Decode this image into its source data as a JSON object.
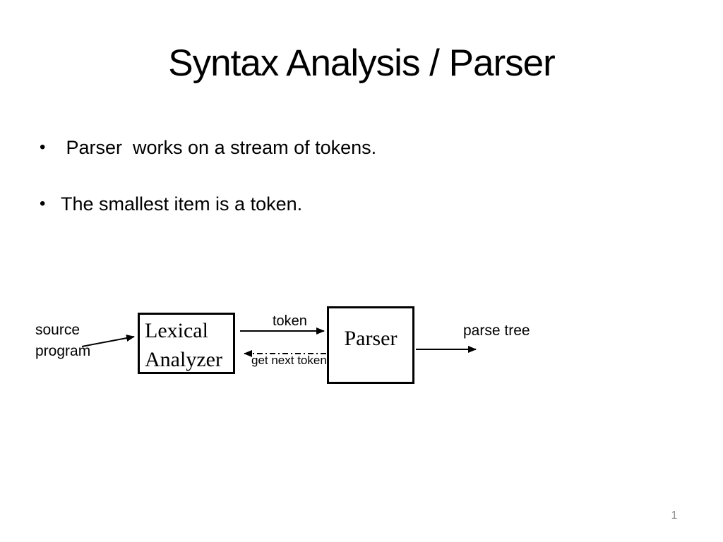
{
  "slide": {
    "title": "Syntax Analysis / Parser",
    "bullet_char": "•",
    "bullets": [
      {
        "text": " Parser  works on a stream of tokens."
      },
      {
        "text": "The smallest item is a token."
      }
    ],
    "page_number": "1"
  },
  "diagram": {
    "source_program_label": "source program",
    "lexical_analyzer_box": "Lexical Analyzer",
    "parser_box": "Parser",
    "token_label": "token",
    "get_next_token_label": "get next token",
    "parse_tree_label": "parse tree"
  },
  "colors": {
    "background": "#ffffff",
    "text": "#000000",
    "diagram_line": "#000000",
    "page_number": "#8c8c8c"
  }
}
